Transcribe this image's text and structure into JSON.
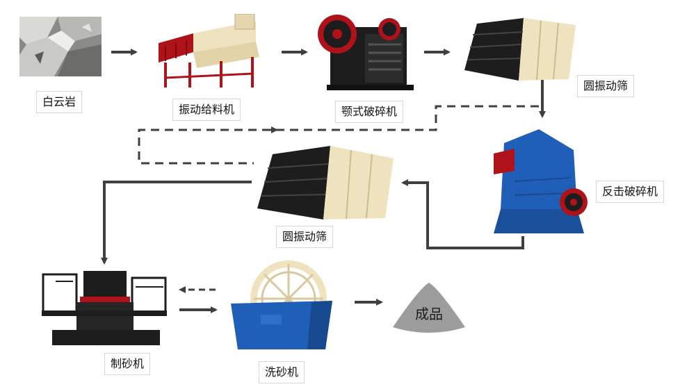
{
  "labels": {
    "dolomite": "白云岩",
    "vibrating_feeder": "振动给料机",
    "jaw_crusher": "颚式破碎机",
    "vibrating_screen_1": "圆振动筛",
    "impact_crusher": "反击破碎机",
    "vibrating_screen_2": "圆振动筛",
    "sand_maker": "制砂机",
    "sand_washer": "洗砂机",
    "finished_product": "成品"
  },
  "colors": {
    "arrow": "#3f3f3f",
    "label_border": "#d6d6d6",
    "machine_red": "#b0121a",
    "machine_cream": "#efe2bf",
    "machine_blue": "#1f5fb8",
    "machine_black": "#1d1d1d",
    "product_gray": "#9c9c9c"
  }
}
